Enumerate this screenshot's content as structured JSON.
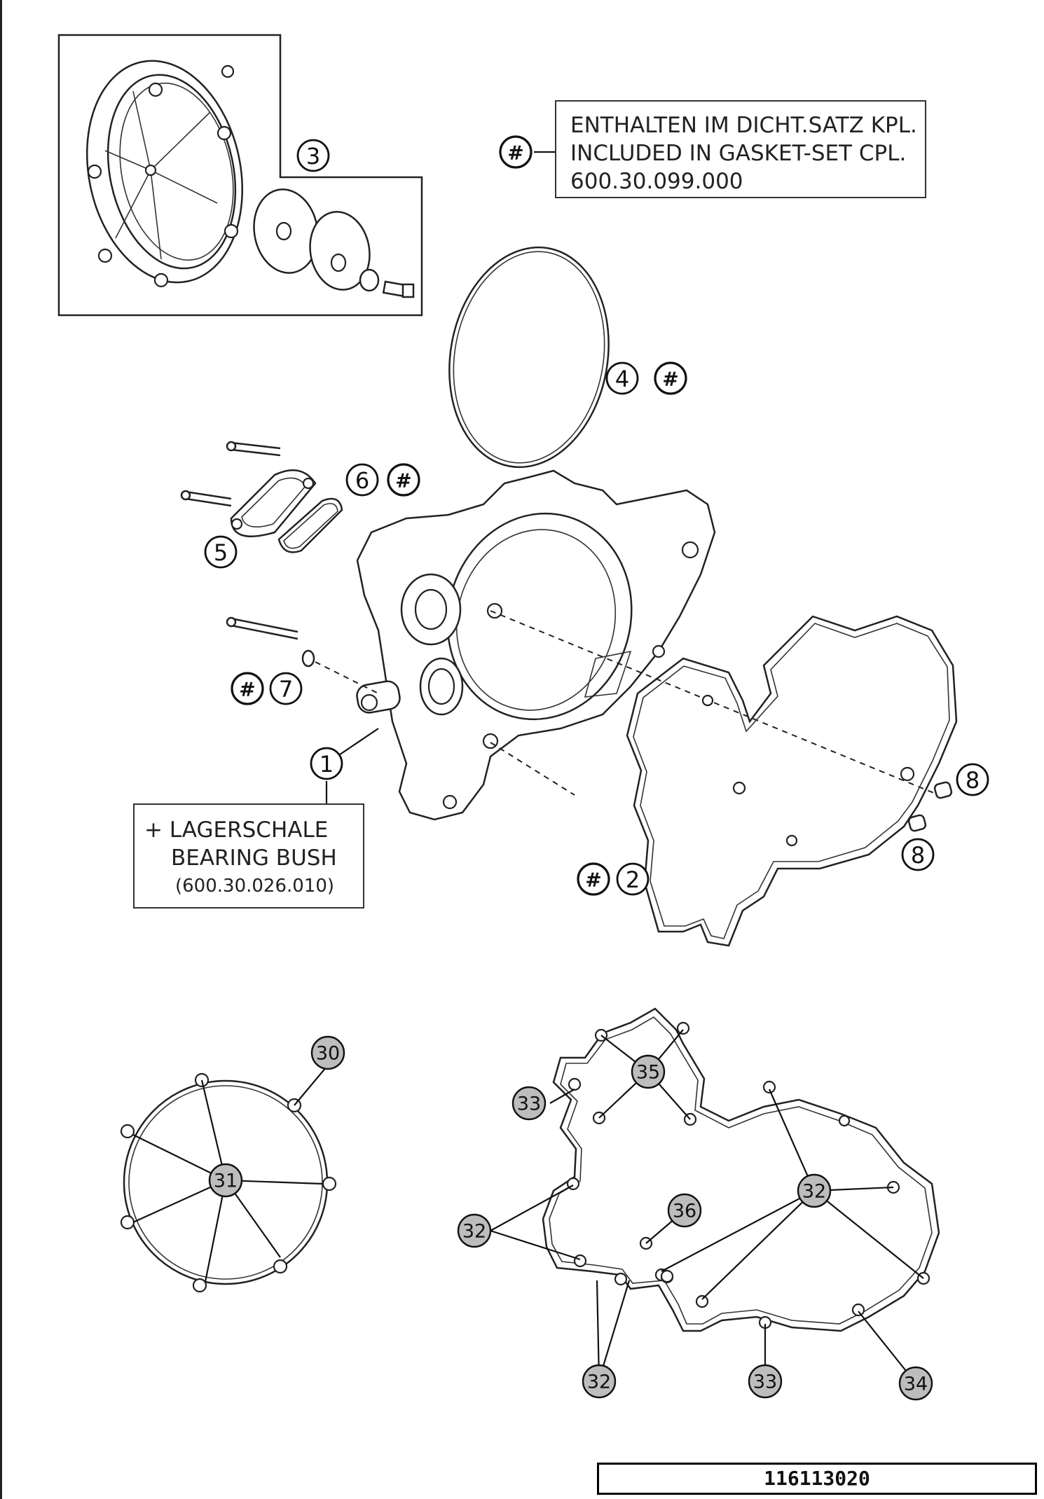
{
  "notes": {
    "gasket_set": {
      "line1": "ENTHALTEN IM DICHT.SATZ KPL.",
      "line2": "INCLUDED IN GASKET-SET CPL.",
      "line3": "600.30.099.000"
    },
    "bearing_bush": {
      "line1": "+ LAGERSCHALE",
      "line2": "BEARING BUSH",
      "line3": "(600.30.026.010)"
    }
  },
  "hash_symbol": "#",
  "callouts": {
    "c1": "1",
    "c2": "2",
    "c3": "3",
    "c4": "4",
    "c5": "5",
    "c6": "6",
    "c7": "7",
    "c8a": "8",
    "c8b": "8",
    "c30": "30",
    "c31": "31",
    "c32a": "32",
    "c32b": "32",
    "c32c": "32",
    "c33a": "33",
    "c33b": "33",
    "c34": "34",
    "c35": "35",
    "c36": "36"
  },
  "drawing_number": "116113020"
}
